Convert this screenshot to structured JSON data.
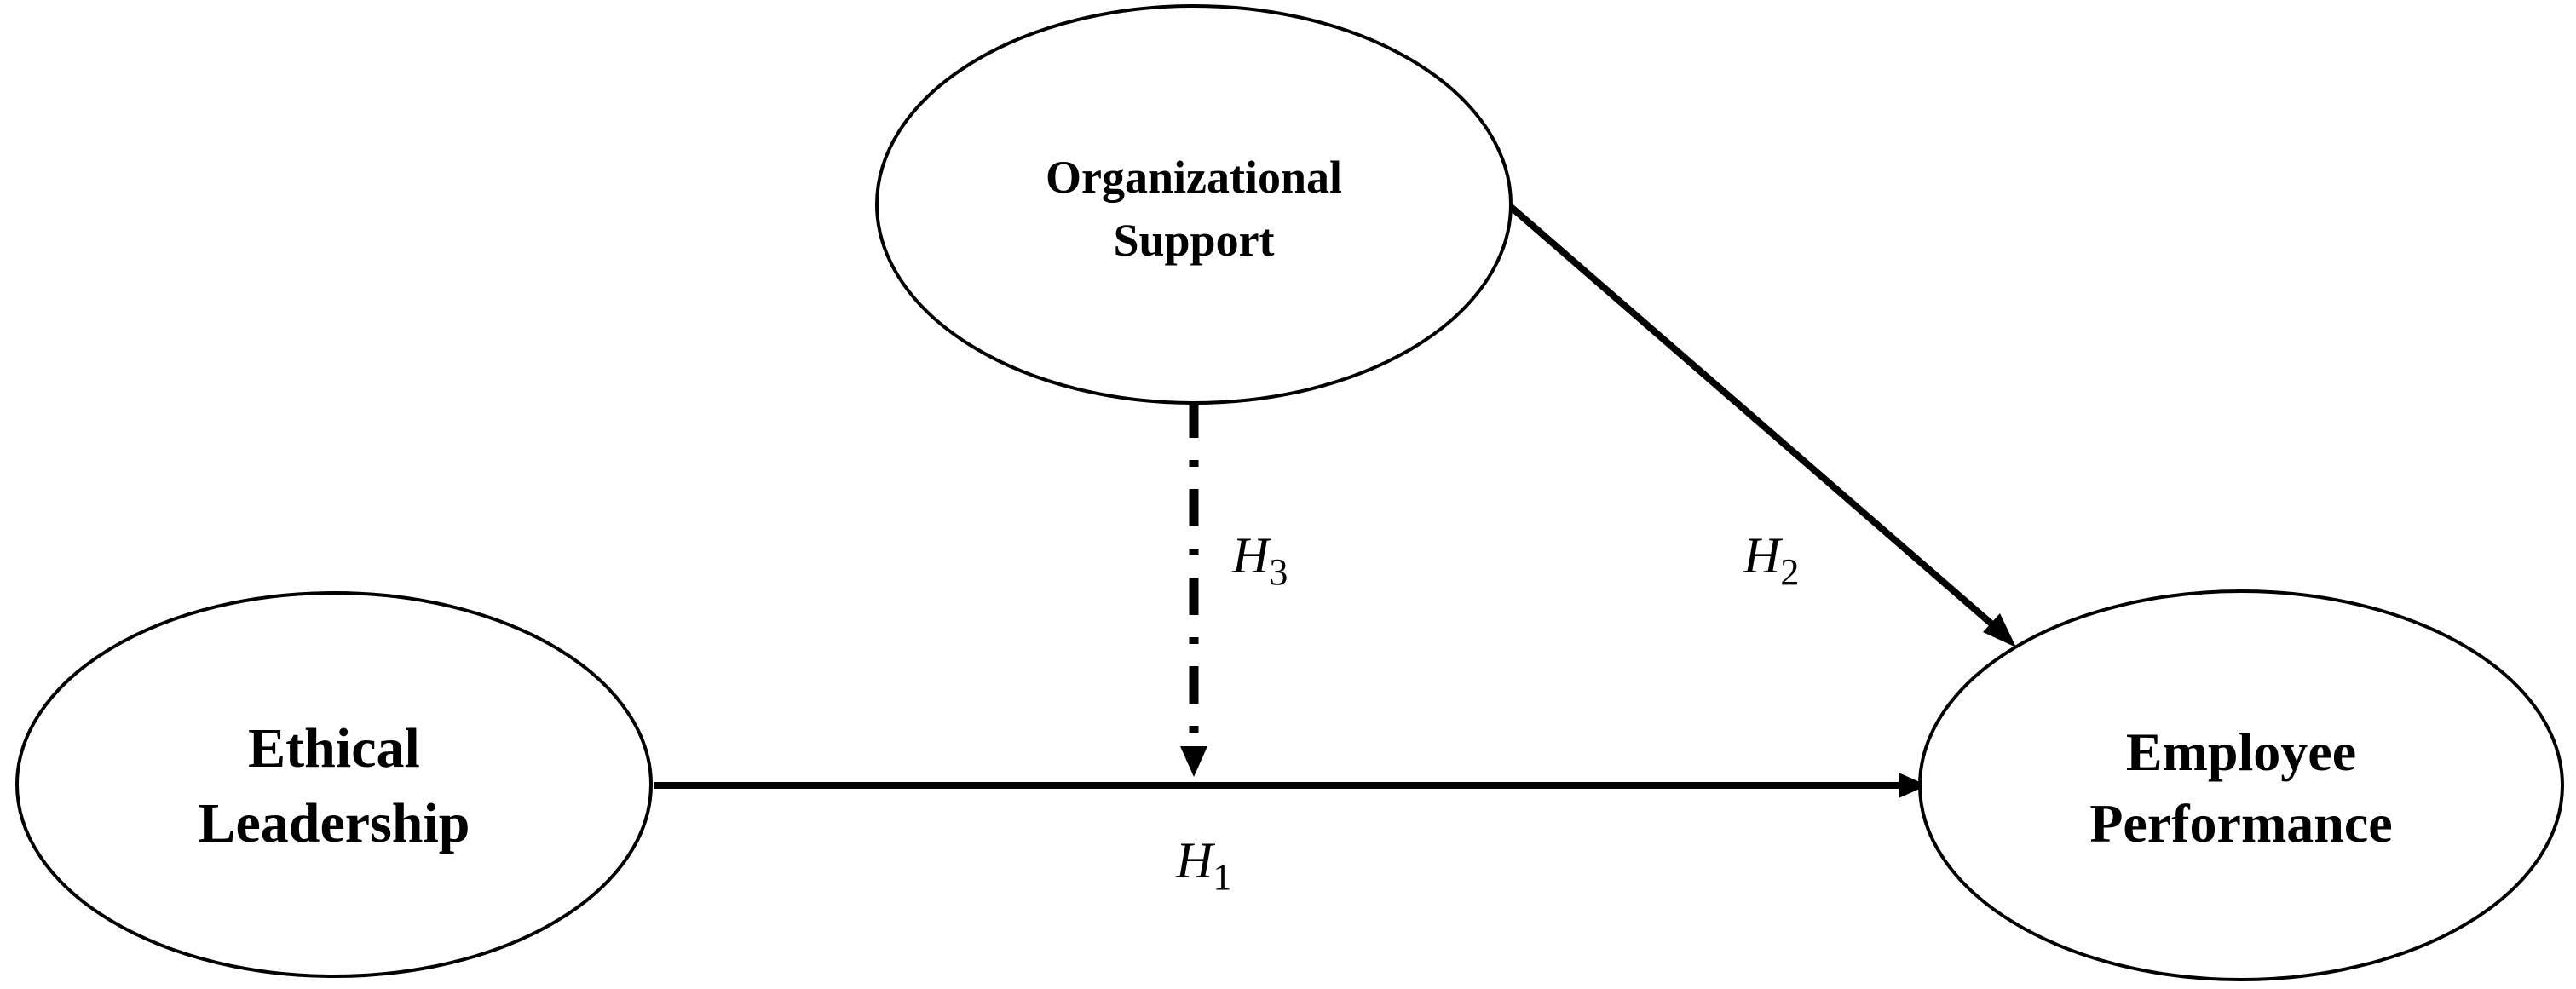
{
  "nodes": {
    "organizational_support": {
      "line1": "Organizational",
      "line2": "Support"
    },
    "ethical_leadership": {
      "line1": "Ethical",
      "line2": "Leadership"
    },
    "employee_performance": {
      "line1": "Employee",
      "line2": "Performance"
    }
  },
  "hypotheses": {
    "h1": {
      "letter": "H",
      "sub": "1"
    },
    "h2": {
      "letter": "H",
      "sub": "2"
    },
    "h3": {
      "letter": "H",
      "sub": "3"
    }
  },
  "edges": [
    {
      "from": "Ethical Leadership",
      "to": "Employee Performance",
      "style": "solid",
      "label": "H1"
    },
    {
      "from": "Organizational Support",
      "to": "Employee Performance",
      "style": "solid",
      "label": "H2"
    },
    {
      "from": "Organizational Support",
      "to": "H1 path",
      "style": "dash-dot",
      "label": "H3"
    }
  ],
  "colors": {
    "stroke": "#000000",
    "background": "#ffffff"
  }
}
